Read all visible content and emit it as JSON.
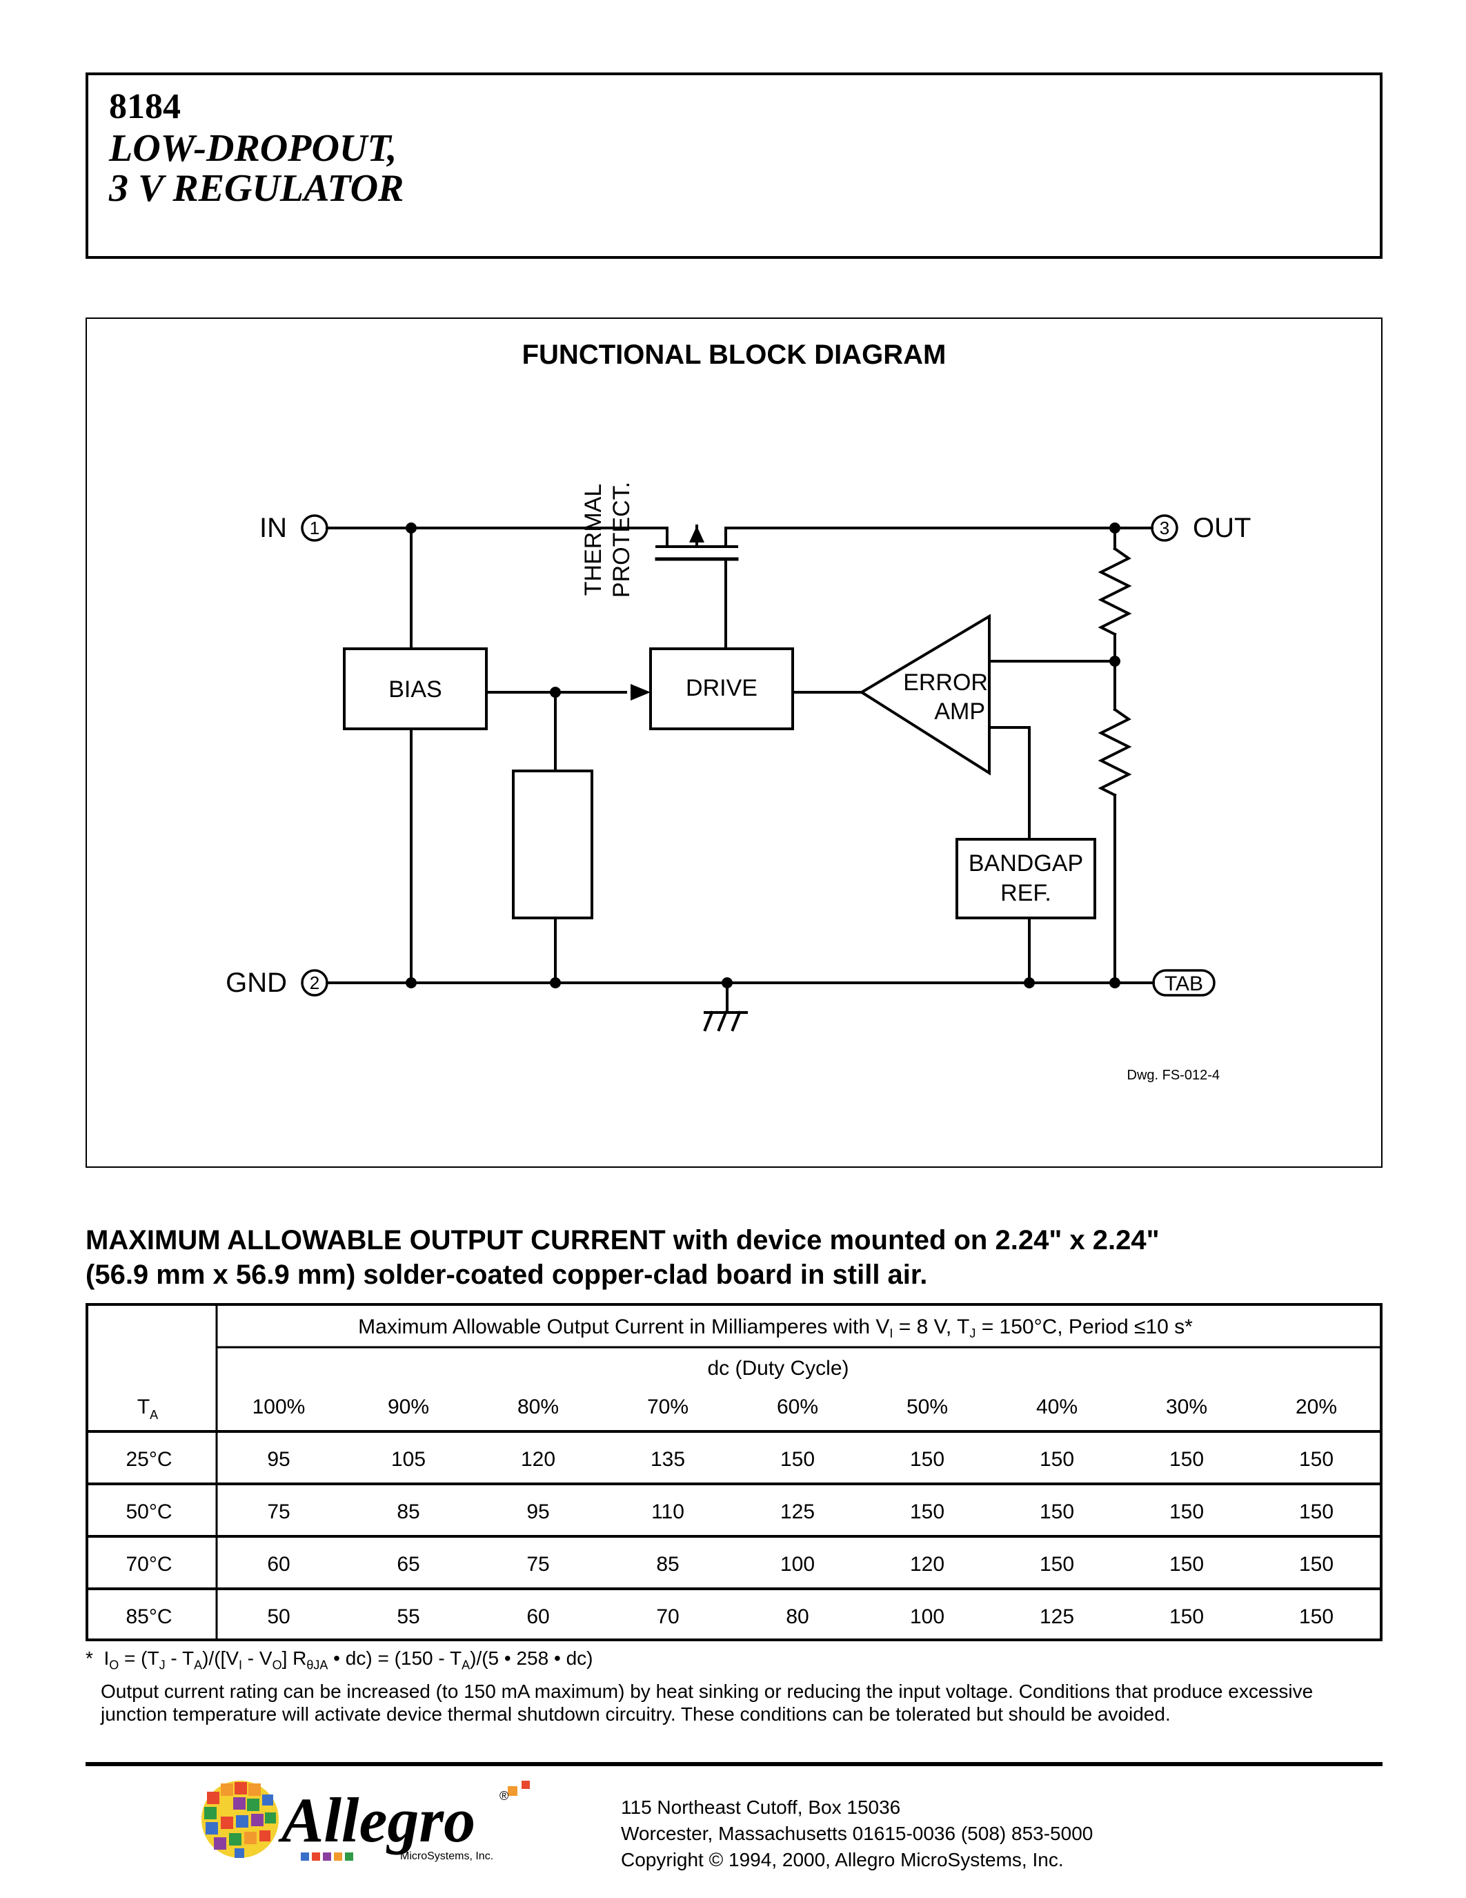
{
  "header": {
    "part_number": "8184",
    "title_line1": "LOW-DROPOUT,",
    "title_line2": "3 V REGULATOR"
  },
  "diagram": {
    "title": "FUNCTIONAL BLOCK DIAGRAM",
    "pins": {
      "in_label": "IN",
      "in_num": "1",
      "gnd_label": "GND",
      "gnd_num": "2",
      "out_label": "OUT",
      "out_num": "3",
      "tab_label": "TAB"
    },
    "blocks": {
      "bias": "BIAS",
      "drive": "DRIVE",
      "error_line1": "ERROR",
      "error_line2": "AMP",
      "thermal_line1": "THERMAL",
      "thermal_line2": "PROTECT.",
      "bandgap_line1": "BANDGAP",
      "bandgap_line2": "REF."
    },
    "drawing_number": "Dwg. FS-012-4"
  },
  "table_section": {
    "heading_line1": "MAXIMUM ALLOWABLE OUTPUT CURRENT with device mounted on 2.24\" x 2.24\"",
    "heading_line2": "(56.9 mm x 56.9 mm) solder-coated copper-clad board in still air.",
    "header_title_pre": "Maximum Allowable Output Current in Milliamperes with V",
    "header_title_sub_i": "I",
    "header_title_mid": " = 8 V, T",
    "header_title_sub_j": "J",
    "header_title_post": " = 150°C, Period ≤10 s*",
    "duty_label": "dc (Duty Cycle)",
    "ta_label": "T",
    "ta_sub": "A",
    "duty_cycles": [
      "100%",
      "90%",
      "80%",
      "70%",
      "60%",
      "50%",
      "40%",
      "30%",
      "20%"
    ],
    "rows": [
      {
        "temp": "25°C",
        "values": [
          "95",
          "105",
          "120",
          "135",
          "150",
          "150",
          "150",
          "150",
          "150"
        ]
      },
      {
        "temp": "50°C",
        "values": [
          "75",
          "85",
          "95",
          "110",
          "125",
          "150",
          "150",
          "150",
          "150"
        ]
      },
      {
        "temp": "70°C",
        "values": [
          "60",
          "65",
          "75",
          "85",
          "100",
          "120",
          "150",
          "150",
          "150"
        ]
      },
      {
        "temp": "85°C",
        "values": [
          "50",
          "55",
          "60",
          "70",
          "80",
          "100",
          "125",
          "150",
          "150"
        ]
      }
    ]
  },
  "footnotes": {
    "formula_star": "*",
    "formula_p1": "I",
    "formula_s1": "O",
    "formula_p2": " = (T",
    "formula_s2": "J",
    "formula_p3": " - T",
    "formula_s3": "A",
    "formula_p4": ")/([V",
    "formula_s4": "I",
    "formula_p5": " - V",
    "formula_s5": "O",
    "formula_p6": "] R",
    "formula_s6": "θJA",
    "formula_p7": " • dc) = (150 - T",
    "formula_s7": "A",
    "formula_p8": ")/(5 • 258 • dc)",
    "note": "Output current rating can be increased (to 150 mA maximum) by heat sinking or reducing the input voltage.  Conditions that produce excessive junction temperature will activate device thermal shutdown circuitry.  These conditions can be tolerated but should be avoided."
  },
  "footer": {
    "logo_word": "Allegro",
    "logo_sub": "MicroSystems, Inc.",
    "address_line1": "115 Northeast Cutoff, Box 15036",
    "address_line2": "Worcester, Massachusetts 01615-0036  (508) 853-5000",
    "address_line3": "Copyright © 1994, 2000, Allegro MicroSystems, Inc."
  }
}
